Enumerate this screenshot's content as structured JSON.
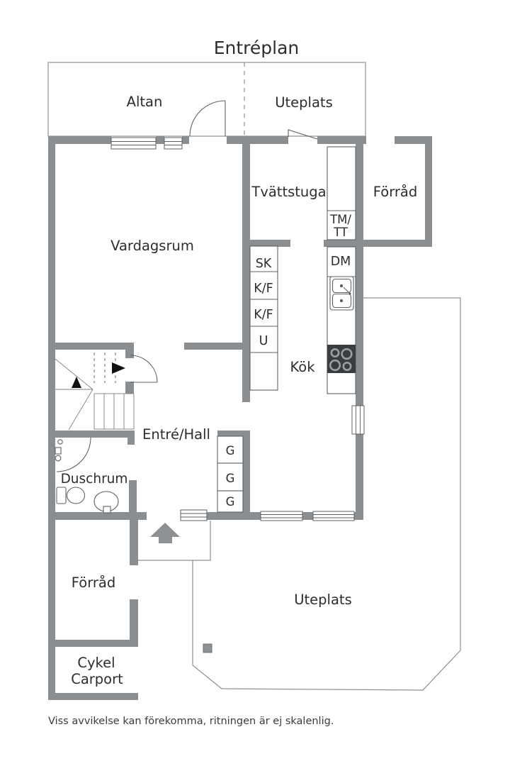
{
  "title": "Entréplan",
  "rooms": {
    "altan": "Altan",
    "uteplats_top": "Uteplats",
    "tvattstuga": "Tvättstuga",
    "forrad_top": "Förråd",
    "vardagsrum": "Vardagsrum",
    "kok": "Kök",
    "entre_hall": "Entré/Hall",
    "duschrum": "Duschrum",
    "forrad_bottom": "Förråd",
    "uteplats_bottom": "Uteplats",
    "carport_line1": "Cykel",
    "carport_line2": "Carport"
  },
  "labels": {
    "closet": "SK",
    "fridge_freezer_1": "K/F",
    "fridge_freezer_2": "K/F",
    "oven": "U",
    "washer_line1": "TM/",
    "washer_line2": "TT",
    "dishwasher": "DM",
    "wardrobe_1": "G",
    "wardrobe_2": "G",
    "wardrobe_3": "G"
  },
  "footer": {
    "disclaimer": "Viss avvikelse kan förekomma, ritningen är ej skalenlig."
  },
  "icons": {
    "entrance_arrow": "up-arrow",
    "stair_up_arrow": "up-triangle",
    "stair_direction_arrow": "right-triangle"
  },
  "colors": {
    "wall": "#8a8e90",
    "outline": "#8c9092",
    "fixture": "#5d6163",
    "text": "#2d2d2d",
    "stove": "#3a3d3f",
    "arrow": "#8d9193",
    "dash": "#555555"
  }
}
